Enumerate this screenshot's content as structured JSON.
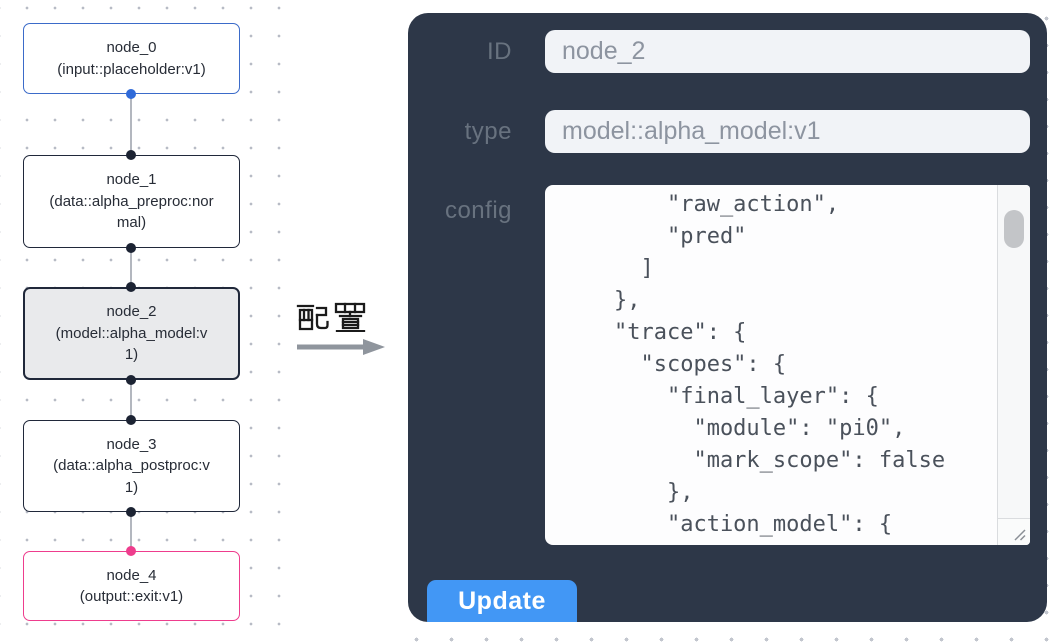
{
  "flow_canvas": {
    "nodes": [
      {
        "name": "node_0",
        "type": "(input::placeholder:v1)",
        "variant": "input"
      },
      {
        "name": "node_1",
        "type": "(data::alpha_preproc:normal)",
        "variant": "default"
      },
      {
        "name": "node_2",
        "type": "(model::alpha_model:v1)",
        "variant": "selected"
      },
      {
        "name": "node_3",
        "type": "(data::alpha_postproc:v1)",
        "variant": "default"
      },
      {
        "name": "node_4",
        "type": "(output::exit:v1)",
        "variant": "output"
      }
    ],
    "colors": {
      "input_accent": "#3b6bc9",
      "default_accent": "#20283a",
      "output_accent": "#ee3d8d",
      "selected_fill": "#e9eaec",
      "edge": "#b3b7bf"
    }
  },
  "transfer": {
    "label": "配置",
    "arrow_icon": "right-arrow"
  },
  "config_panel": {
    "id_field": {
      "label": "ID",
      "value": "node_2"
    },
    "type_field": {
      "label": "type",
      "value": "model::alpha_model:v1"
    },
    "config_field": {
      "label": "config",
      "value": "        \"raw_action\",\n        \"pred\"\n      ]\n    },\n    \"trace\": {\n      \"scopes\": {\n        \"final_layer\": {\n          \"module\": \"pi0\",\n          \"mark_scope\": false\n        },\n        \"action_model\": {"
    },
    "update_button": "Update",
    "colors": {
      "panel_bg": "#2d3748",
      "button": "#4297f5",
      "input_bg": "#f1f3f7"
    }
  }
}
